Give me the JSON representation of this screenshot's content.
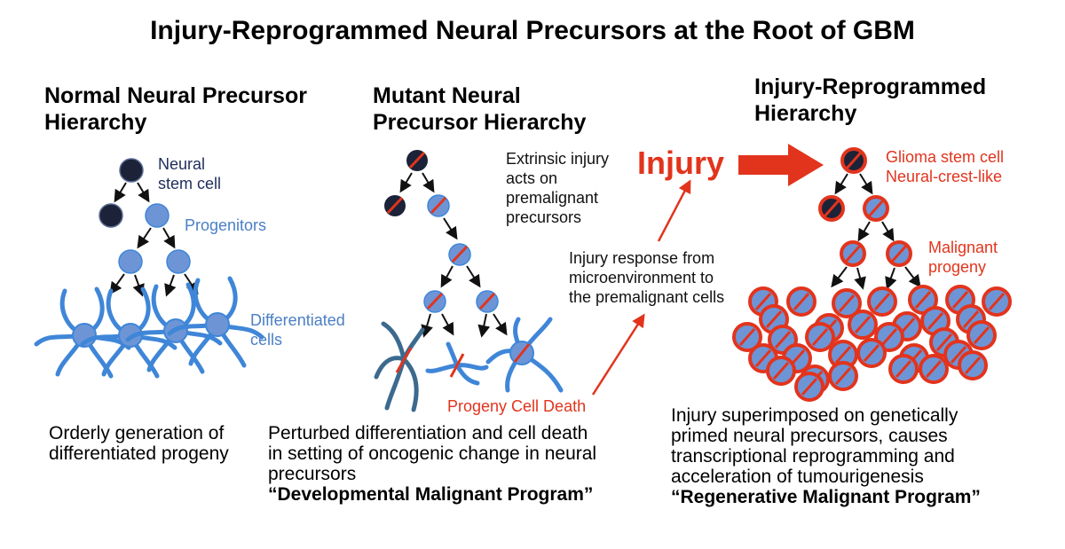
{
  "title": "Injury-Reprogrammed Neural Precursors at the Root of GBM",
  "columns": {
    "normal": {
      "heading_line1": "Normal Neural Precursor",
      "heading_line2": "Hierarchy",
      "label_stem_line1": "Neural",
      "label_stem_line2": "stem cell",
      "label_progenitors": "Progenitors",
      "label_diff_line1": "Differentiated",
      "label_diff_line2": "cells",
      "desc_line1": "Orderly generation of",
      "desc_line2": "differentiated progeny"
    },
    "mutant": {
      "heading_line1": "Mutant Neural",
      "heading_line2": "Precursor Hierarchy",
      "label_extrinsic_1": "Extrinsic injury",
      "label_extrinsic_2": "acts on",
      "label_extrinsic_3": "premalignant",
      "label_extrinsic_4": "precursors",
      "label_death": "Progeny Cell Death",
      "desc_line1": "Perturbed differentiation and cell death",
      "desc_line2": "in setting of oncogenic change in neural",
      "desc_line3": "precursors",
      "program": "“Developmental Malignant Program”"
    },
    "reprogrammed": {
      "heading_line1": "Injury-Reprogrammed",
      "heading_line2": "Hierarchy",
      "label_gsc_1": "Glioma stem cell",
      "label_gsc_2": "Neural-crest-like",
      "label_malignant_1": "Malignant",
      "label_malignant_2": "progeny",
      "desc_line1": "Injury superimposed on genetically",
      "desc_line2": "primed neural precursors, causes",
      "desc_line3": "transcriptional reprogramming and",
      "desc_line4": "acceleration of tumourigenesis",
      "program": "“Regenerative Malignant Program”"
    }
  },
  "injury": {
    "word": "Injury",
    "response_line1": "Injury response from",
    "response_line2": "microenvironment to",
    "response_line3": "the premalignant cells"
  },
  "colors": {
    "dark_cell": "#1c2237",
    "blue_cell": "#6d95d6",
    "neuron_blue": "#3f86d8",
    "neuron_dark": "#3c6a8f",
    "mutation_red": "#e2341d",
    "text_dark_blue": "#1f2d5c",
    "text_blue": "#4a7fc5"
  }
}
